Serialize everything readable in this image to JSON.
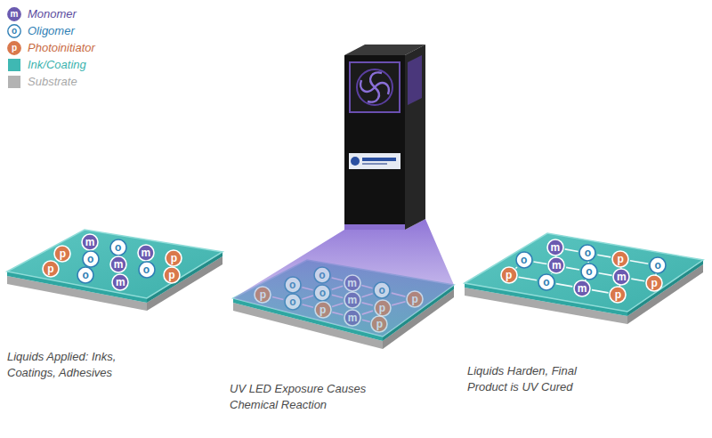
{
  "diagram": {
    "nodes": [
      {
        "text": [
          "m"
        ]
      },
      {
        "text": [
          "o"
        ]
      },
      {
        "text": [
          "m"
        ]
      },
      {
        "text": [
          "p"
        ]
      },
      {
        "text": [
          "p"
        ]
      },
      {
        "text": [
          "o"
        ]
      },
      {
        "text": [
          "m"
        ]
      },
      {
        "text": [
          "o"
        ]
      },
      {
        "text": [
          "p"
        ]
      },
      {
        "text": [
          "p"
        ]
      },
      {
        "text": [
          "o"
        ]
      },
      {
        "text": [
          "m"
        ]
      },
      {
        "text": [
          "o"
        ]
      },
      {
        "text": [
          "m"
        ]
      },
      {
        "text": [
          "o"
        ]
      },
      {
        "text": [
          "p"
        ]
      },
      {
        "text": [
          "o"
        ]
      },
      {
        "text": [
          "o"
        ]
      },
      {
        "text": [
          "m"
        ]
      },
      {
        "text": [
          "p"
        ]
      },
      {
        "text": [
          "p"
        ]
      },
      {
        "text": [
          "o"
        ]
      },
      {
        "text": [
          "p"
        ]
      },
      {
        "text": [
          "m"
        ]
      },
      {
        "text": [
          "p"
        ]
      },
      {
        "text": [
          "m"
        ]
      },
      {
        "text": [
          "o"
        ]
      },
      {
        "text": [
          "p"
        ]
      },
      {
        "text": [
          "o"
        ]
      },
      {
        "text": [
          "o"
        ]
      },
      {
        "text": [
          "m"
        ]
      },
      {
        "text": [
          "o"
        ]
      },
      {
        "text": [
          "m"
        ]
      },
      {
        "text": [
          "p"
        ]
      },
      {
        "text": [
          "p"
        ]
      },
      {
        "text": [
          "o"
        ]
      },
      {
        "text": [
          "m"
        ]
      },
      {
        "text": [
          "p"
        ]
      }
    ],
    "edges": [
      {
        "from": 12,
        "to": 13,
        "arrow": "none"
      },
      {
        "from": 13,
        "to": 14,
        "arrow": "none"
      },
      {
        "from": 14,
        "to": 15,
        "arrow": "none"
      },
      {
        "from": 16,
        "to": 17,
        "arrow": "none"
      },
      {
        "from": 17,
        "to": 18,
        "arrow": "none"
      },
      {
        "from": 18,
        "to": 19,
        "arrow": "none"
      },
      {
        "from": 13,
        "to": 17,
        "arrow": "none"
      },
      {
        "from": 14,
        "to": 18,
        "arrow": "none"
      },
      {
        "from": 15,
        "to": 19,
        "arrow": "none"
      },
      {
        "from": 20,
        "to": 21,
        "arrow": "none"
      },
      {
        "from": 21,
        "to": 22,
        "arrow": "none"
      },
      {
        "from": 22,
        "to": 23,
        "arrow": "none"
      },
      {
        "from": 23,
        "to": 24,
        "arrow": "none"
      },
      {
        "from": 17,
        "to": 21,
        "arrow": "none"
      },
      {
        "from": 18,
        "to": 22,
        "arrow": "none"
      },
      {
        "from": 19,
        "to": 23,
        "arrow": "none"
      },
      {
        "from": 25,
        "to": 26,
        "arrow": "none"
      },
      {
        "from": 26,
        "to": 27,
        "arrow": "none"
      },
      {
        "from": 27,
        "to": 28,
        "arrow": "none"
      },
      {
        "from": 29,
        "to": 30,
        "arrow": "none"
      },
      {
        "from": 30,
        "to": 31,
        "arrow": "none"
      },
      {
        "from": 31,
        "to": 32,
        "arrow": "none"
      },
      {
        "from": 32,
        "to": 33,
        "arrow": "none"
      },
      {
        "from": 34,
        "to": 35,
        "arrow": "none"
      },
      {
        "from": 35,
        "to": 36,
        "arrow": "none"
      },
      {
        "from": 36,
        "to": 37,
        "arrow": "none"
      },
      {
        "from": 25,
        "to": 30,
        "arrow": "none"
      },
      {
        "from": 26,
        "to": 31,
        "arrow": "none"
      },
      {
        "from": 27,
        "to": 32,
        "arrow": "none"
      },
      {
        "from": 28,
        "to": 33,
        "arrow": "none"
      },
      {
        "from": 30,
        "to": 35,
        "arrow": "none"
      },
      {
        "from": 31,
        "to": 36,
        "arrow": "none"
      },
      {
        "from": 32,
        "to": 37,
        "arrow": "none"
      },
      {
        "from": 29,
        "to": 34,
        "arrow": "none"
      }
    ],
    "labels": [
      "m",
      "o",
      "p",
      "Liquids Applied: Inks, Coatings, Adhesives",
      "UV LED Exposure Causes Chemical Reaction",
      "Liquids Harden, Final Product is UV Cured"
    ],
    "legend": [
      {
        "text": "Monomer"
      },
      {
        "text": "Oligomer"
      },
      {
        "text": "Photoinitiator"
      },
      {
        "text": "Ink/Coating",
        "color": "#3fb8b3"
      },
      {
        "text": "Substrate",
        "color": "#b3b3b3"
      }
    ]
  }
}
